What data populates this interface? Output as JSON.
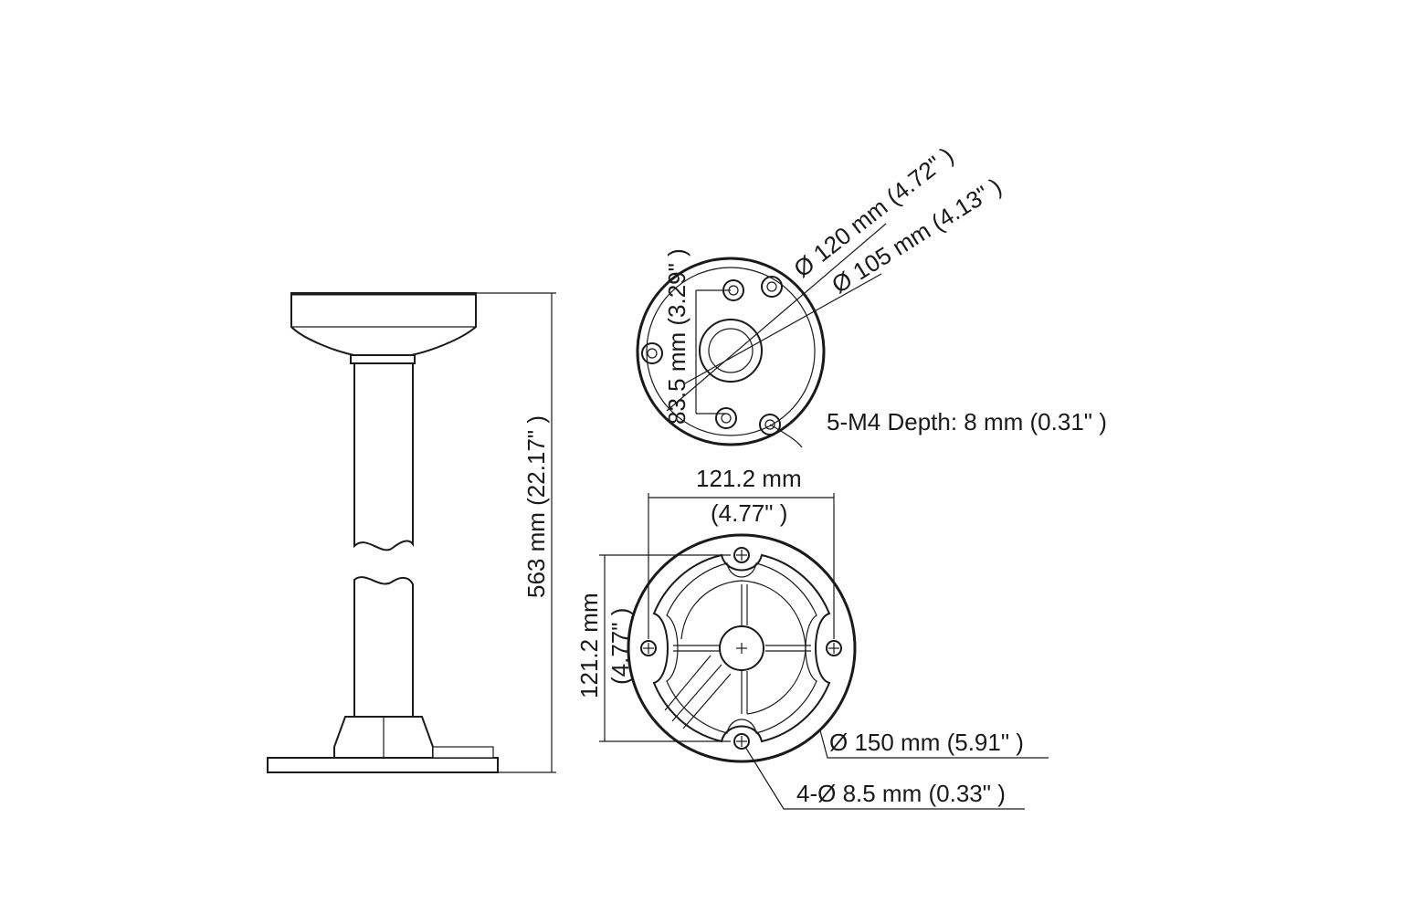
{
  "side_view": {
    "height_label": "563 mm (22.17\" )"
  },
  "top_view": {
    "outer_dia_label": "Ø 120 mm (4.72\" )",
    "bolt_circle_label": "Ø 105 mm (4.13\" )",
    "hole_spacing_label": "83.5 mm (3.29\" )",
    "thread_label": "5-M4 Depth: 8 mm (0.31\" )"
  },
  "base_view": {
    "width_mm_label": "121.2 mm",
    "width_in_label": "(4.77\" )",
    "height_mm_label": "121.2 mm",
    "height_in_label": "(4.77\" )",
    "outer_dia_label": "Ø 150 mm (5.91\" )",
    "hole_label": "4-Ø 8.5 mm (0.33\" )"
  }
}
